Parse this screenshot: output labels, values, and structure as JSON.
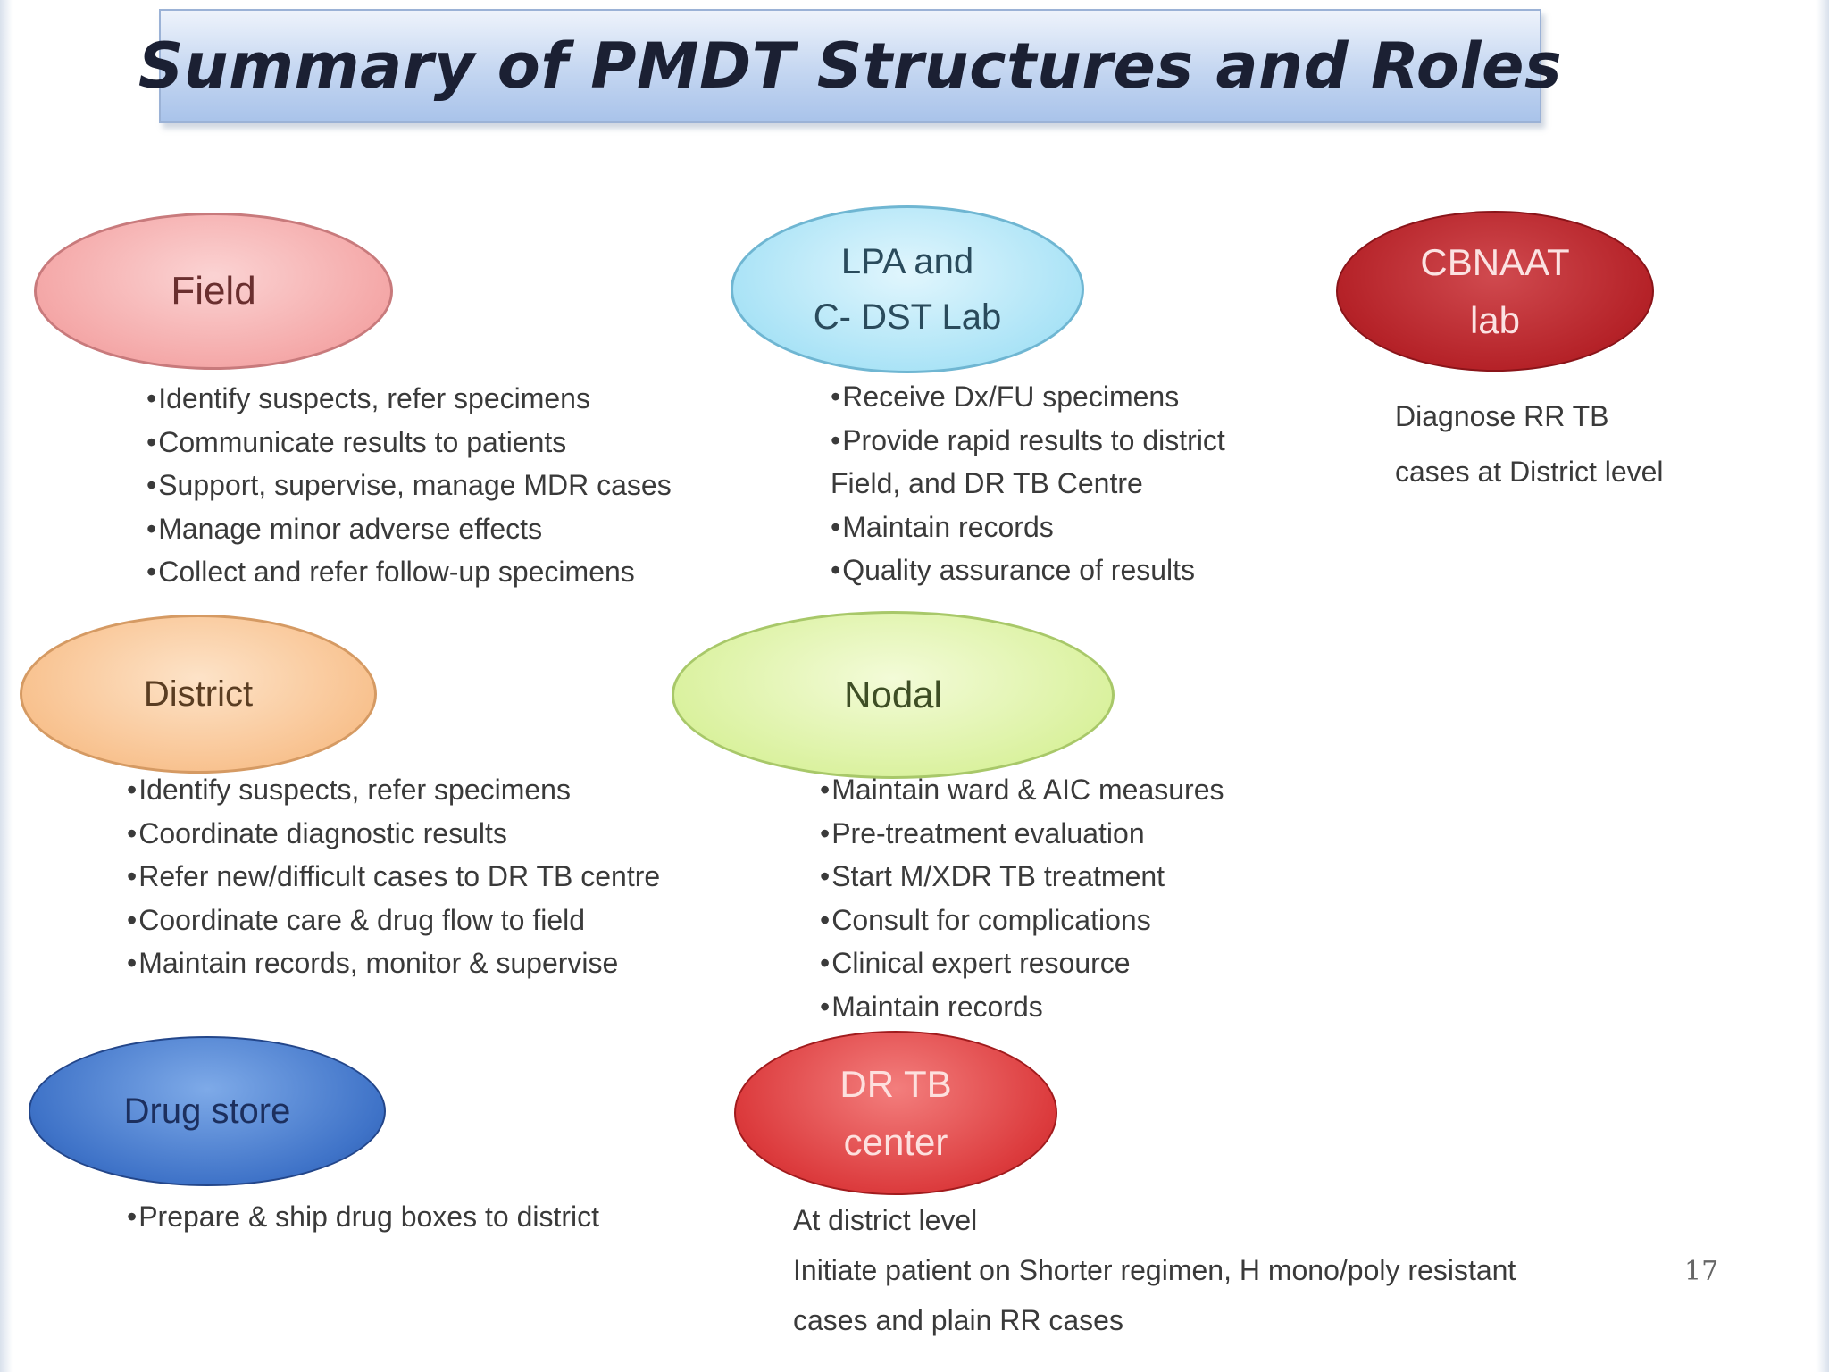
{
  "slide": {
    "title": "Summary of PMDT Structures and Roles",
    "slide_number": "17"
  },
  "nodes": {
    "field": {
      "label": [
        "Field"
      ],
      "color": "#f4a5a5",
      "roles": [
        "Identify suspects, refer specimens",
        "Communicate results to patients",
        "Support, supervise, manage MDR cases",
        "Manage minor adverse effects",
        "Collect and refer follow-up specimens"
      ]
    },
    "lpa": {
      "label": [
        "LPA and",
        "C- DST Lab"
      ],
      "color": "#a7e2f6",
      "roles": [
        "Receive Dx/FU specimens",
        "Provide rapid results to district",
        "Maintain records",
        "Quality assurance of results"
      ],
      "role_continuation": "Field, and DR TB Centre"
    },
    "cbnaat": {
      "label": [
        "CBNAAT",
        "lab"
      ],
      "color": "#b52228",
      "description": [
        "Diagnose RR TB",
        "cases at District level"
      ]
    },
    "district": {
      "label": [
        "District"
      ],
      "color": "#f8c08c",
      "roles": [
        "Identify suspects, refer specimens",
        "Coordinate diagnostic results",
        "Refer new/difficult cases to DR TB centre",
        "Coordinate care & drug flow to field",
        "Maintain records, monitor & supervise"
      ]
    },
    "nodal": {
      "label": [
        "Nodal"
      ],
      "color": "#d9f19c",
      "roles": [
        "Maintain ward & AIC measures",
        "Pre-treatment evaluation",
        "Start M/XDR TB treatment",
        "Consult for complications",
        "Clinical expert resource",
        "Maintain records"
      ]
    },
    "drugstore": {
      "label": [
        "Drug store"
      ],
      "color": "#3f73c8",
      "roles": [
        "Prepare & ship drug boxes to district"
      ]
    },
    "drtb": {
      "label": [
        "DR TB",
        "center"
      ],
      "color": "#dc3b3d",
      "description": [
        "At district level",
        "Initiate patient on Shorter regimen, H mono/poly resistant",
        "cases and plain RR cases"
      ]
    }
  }
}
